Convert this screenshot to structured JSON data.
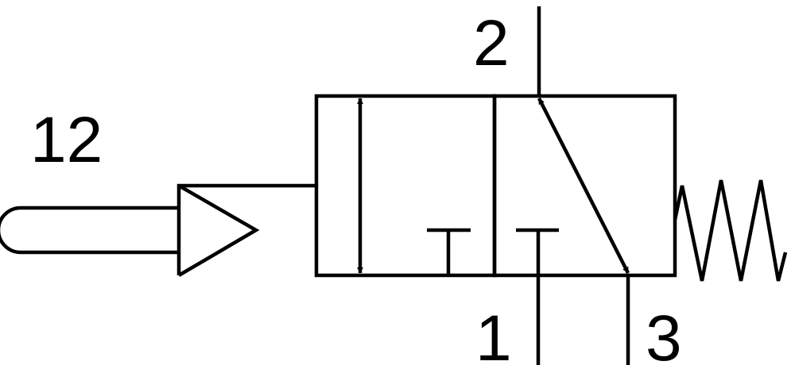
{
  "labels": {
    "pilot_port": "12",
    "outlet_port": "2",
    "supply_port": "1",
    "exhaust_port": "3"
  },
  "colors": {
    "stroke": "#000000",
    "background": "#ffffff"
  }
}
